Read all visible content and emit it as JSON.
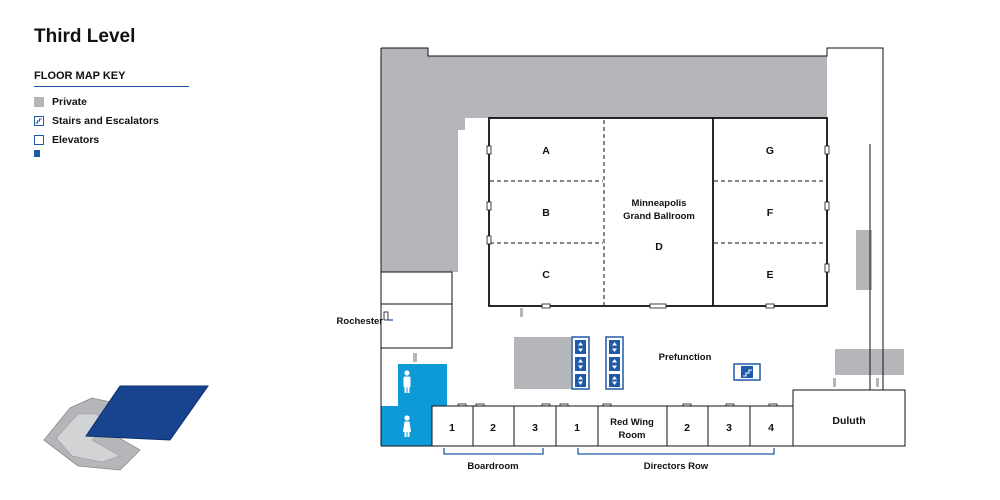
{
  "title": "Third Level",
  "key": {
    "heading": "FLOOR MAP KEY",
    "items": [
      {
        "label": "Private",
        "color": "#b5b6b9",
        "icon": "private-swatch"
      },
      {
        "label": "Stairs and Escalators",
        "color": "#1f5aa6",
        "icon": "stairs-escalators-icon"
      },
      {
        "label": "Elevators",
        "color": "#1f5aa6",
        "icon": "elevator-icon"
      }
    ]
  },
  "colors": {
    "private": "#b5b6b9",
    "accent": "#1f5aa6",
    "restroom": "#0d9ad7",
    "locator": "#17438f",
    "wall": "#111111"
  },
  "ballroom": {
    "name_line1": "Minneapolis",
    "name_line2": "Grand Ballroom",
    "sections": {
      "a": "A",
      "b": "B",
      "c": "C",
      "d": "D",
      "e": "E",
      "f": "F",
      "g": "G"
    }
  },
  "rooms": {
    "rochester": "Rochester",
    "prefunction": "Prefunction",
    "duluth": "Duluth",
    "red_wing_line1": "Red Wing",
    "red_wing_line2": "Room"
  },
  "boardroom": {
    "label": "Boardroom",
    "rooms": [
      "1",
      "2",
      "3"
    ]
  },
  "directors_row": {
    "label": "Directors Row",
    "rooms": [
      "1",
      "2",
      "3",
      "4"
    ]
  }
}
